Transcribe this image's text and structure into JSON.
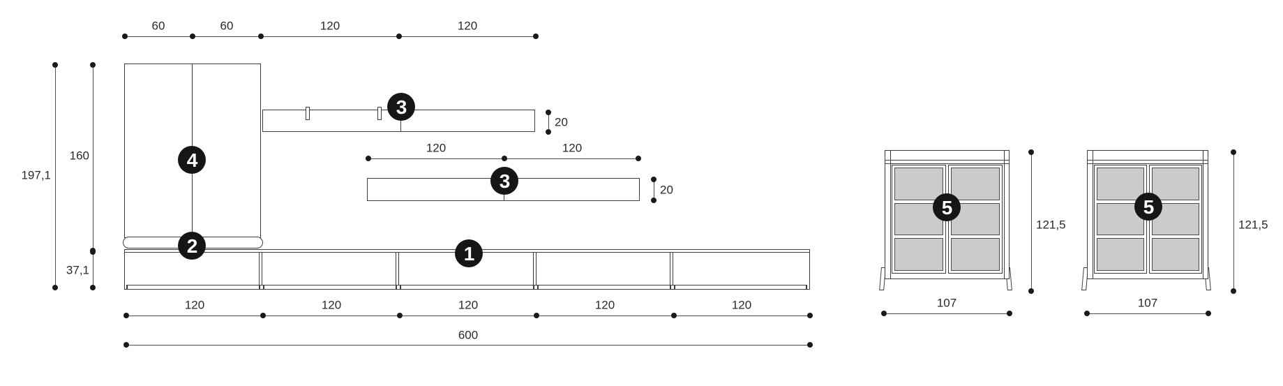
{
  "badges": {
    "base_unit": "1",
    "bench_top": "2",
    "shelf_upper": "3",
    "shelf_lower": "3",
    "wall_cabinet": "4",
    "display_cabinet_left": "5",
    "display_cabinet_right": "5"
  },
  "dimensions": {
    "top_segments": [
      "60",
      "60",
      "120",
      "120"
    ],
    "left_total_height": "197,1",
    "left_upper_height": "160",
    "left_lower_height": "37,1",
    "shelf_upper_thickness": "20",
    "shelf_lower_segments": [
      "120",
      "120"
    ],
    "shelf_lower_thickness": "20",
    "bottom_segments": [
      "120",
      "120",
      "120",
      "120",
      "120"
    ],
    "bottom_total_width": "600",
    "cabinet_left_height": "121,5",
    "cabinet_left_width": "107",
    "cabinet_right_height": "121,5",
    "cabinet_right_width": "107"
  },
  "colors": {
    "background": "#ffffff",
    "line": "#3d3d3d",
    "dim_line": "#4f4f4f",
    "dot": "#1a1a1a",
    "text": "#2a2a2a",
    "panel_fill": "#c9cbcc",
    "badge_bg": "#161616",
    "badge_text": "#ffffff"
  }
}
